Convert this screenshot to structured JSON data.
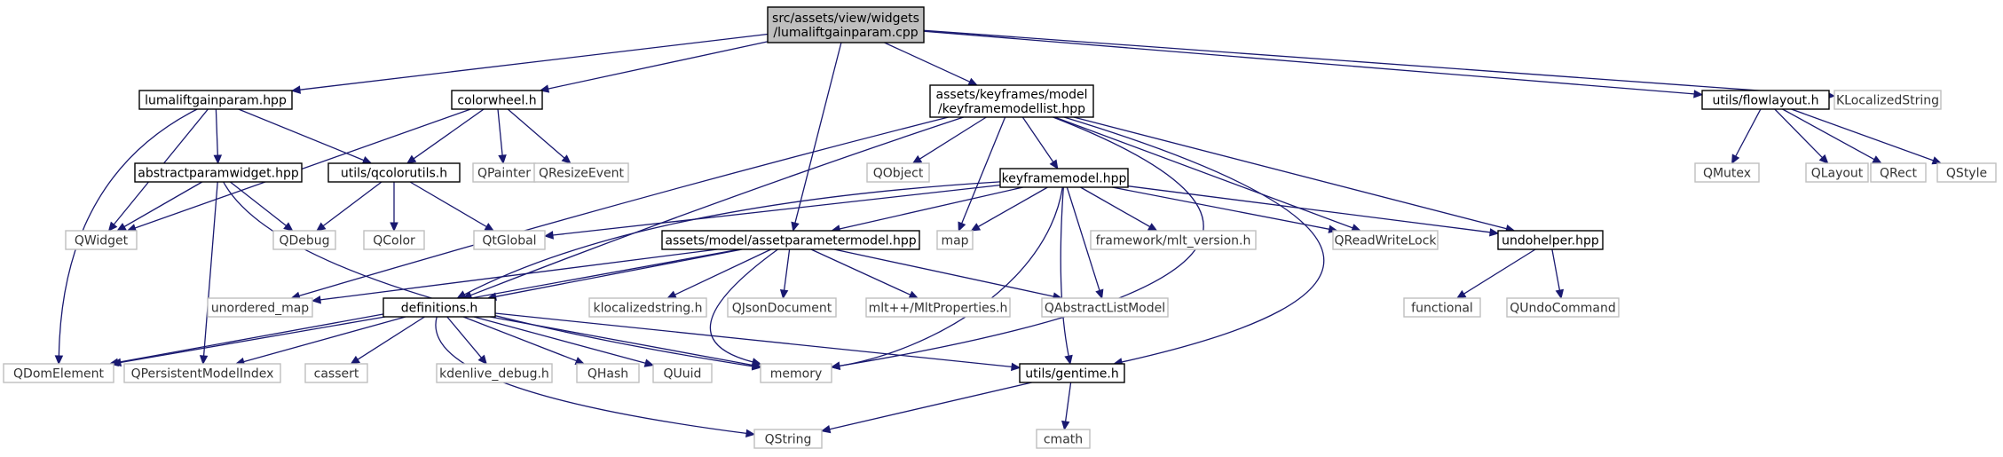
{
  "graph": {
    "nodes": [
      {
        "id": "root",
        "lines": [
          "src/assets/view/widgets",
          "/lumaliftgainparam.cpp"
        ],
        "kind": "root"
      },
      {
        "id": "lumaliftgainparam",
        "lines": [
          "lumaliftgainparam.hpp"
        ],
        "kind": "local"
      },
      {
        "id": "colorwheel",
        "lines": [
          "colorwheel.h"
        ],
        "kind": "local"
      },
      {
        "id": "keyframemodellist",
        "lines": [
          "assets/keyframes/model",
          "/keyframemodellist.hpp"
        ],
        "kind": "local"
      },
      {
        "id": "flowlayout",
        "lines": [
          "utils/flowlayout.h"
        ],
        "kind": "local"
      },
      {
        "id": "KLocalizedString",
        "lines": [
          "KLocalizedString"
        ],
        "kind": "external"
      },
      {
        "id": "abstractparamwidget",
        "lines": [
          "abstractparamwidget.hpp"
        ],
        "kind": "local"
      },
      {
        "id": "qcolorutils",
        "lines": [
          "utils/qcolorutils.h"
        ],
        "kind": "local"
      },
      {
        "id": "QPainter",
        "lines": [
          "QPainter"
        ],
        "kind": "external"
      },
      {
        "id": "QResizeEvent",
        "lines": [
          "QResizeEvent"
        ],
        "kind": "external"
      },
      {
        "id": "QObject",
        "lines": [
          "QObject"
        ],
        "kind": "external"
      },
      {
        "id": "keyframemodel",
        "lines": [
          "keyframemodel.hpp"
        ],
        "kind": "local"
      },
      {
        "id": "QMutex",
        "lines": [
          "QMutex"
        ],
        "kind": "external"
      },
      {
        "id": "QLayout",
        "lines": [
          "QLayout"
        ],
        "kind": "external"
      },
      {
        "id": "QRect",
        "lines": [
          "QRect"
        ],
        "kind": "external"
      },
      {
        "id": "QStyle",
        "lines": [
          "QStyle"
        ],
        "kind": "external"
      },
      {
        "id": "QWidget",
        "lines": [
          "QWidget"
        ],
        "kind": "external"
      },
      {
        "id": "QDebug",
        "lines": [
          "QDebug"
        ],
        "kind": "external"
      },
      {
        "id": "QColor",
        "lines": [
          "QColor"
        ],
        "kind": "external"
      },
      {
        "id": "QtGlobal",
        "lines": [
          "QtGlobal"
        ],
        "kind": "external"
      },
      {
        "id": "assetparametermodel",
        "lines": [
          "assets/model/assetparametermodel.hpp"
        ],
        "kind": "local"
      },
      {
        "id": "map",
        "lines": [
          "map"
        ],
        "kind": "external"
      },
      {
        "id": "mlt_version",
        "lines": [
          "framework/mlt_version.h"
        ],
        "kind": "external"
      },
      {
        "id": "QReadWriteLock",
        "lines": [
          "QReadWriteLock"
        ],
        "kind": "external"
      },
      {
        "id": "undohelper",
        "lines": [
          "undohelper.hpp"
        ],
        "kind": "local"
      },
      {
        "id": "unordered_map",
        "lines": [
          "unordered_map"
        ],
        "kind": "external"
      },
      {
        "id": "definitions",
        "lines": [
          "definitions.h"
        ],
        "kind": "local"
      },
      {
        "id": "klocalizedstring",
        "lines": [
          "klocalizedstring.h"
        ],
        "kind": "external"
      },
      {
        "id": "QJsonDocument",
        "lines": [
          "QJsonDocument"
        ],
        "kind": "external"
      },
      {
        "id": "MltProperties",
        "lines": [
          "mlt++/MltProperties.h"
        ],
        "kind": "external"
      },
      {
        "id": "QAbstractListModel",
        "lines": [
          "QAbstractListModel"
        ],
        "kind": "external"
      },
      {
        "id": "functional",
        "lines": [
          "functional"
        ],
        "kind": "external"
      },
      {
        "id": "QUndoCommand",
        "lines": [
          "QUndoCommand"
        ],
        "kind": "external"
      },
      {
        "id": "QDomElement",
        "lines": [
          "QDomElement"
        ],
        "kind": "external"
      },
      {
        "id": "QPersistentModelIndex",
        "lines": [
          "QPersistentModelIndex"
        ],
        "kind": "external"
      },
      {
        "id": "cassert",
        "lines": [
          "cassert"
        ],
        "kind": "external"
      },
      {
        "id": "kdenlive_debug",
        "lines": [
          "kdenlive_debug.h"
        ],
        "kind": "external"
      },
      {
        "id": "QHash",
        "lines": [
          "QHash"
        ],
        "kind": "external"
      },
      {
        "id": "QUuid",
        "lines": [
          "QUuid"
        ],
        "kind": "external"
      },
      {
        "id": "memory",
        "lines": [
          "memory"
        ],
        "kind": "external"
      },
      {
        "id": "gentime",
        "lines": [
          "utils/gentime.h"
        ],
        "kind": "local"
      },
      {
        "id": "QString",
        "lines": [
          "QString"
        ],
        "kind": "external"
      },
      {
        "id": "cmath",
        "lines": [
          "cmath"
        ],
        "kind": "external"
      }
    ],
    "edges": [
      {
        "from": "root",
        "to": "lumaliftgainparam"
      },
      {
        "from": "root",
        "to": "colorwheel"
      },
      {
        "from": "root",
        "to": "keyframemodellist"
      },
      {
        "from": "root",
        "to": "assetparametermodel"
      },
      {
        "from": "root",
        "to": "flowlayout"
      },
      {
        "from": "root",
        "to": "KLocalizedString"
      },
      {
        "from": "lumaliftgainparam",
        "to": "abstractparamwidget"
      },
      {
        "from": "lumaliftgainparam",
        "to": "qcolorutils"
      },
      {
        "from": "lumaliftgainparam",
        "to": "QWidget"
      },
      {
        "from": "lumaliftgainparam",
        "to": "QDomElement"
      },
      {
        "from": "colorwheel",
        "to": "qcolorutils"
      },
      {
        "from": "colorwheel",
        "to": "QPainter"
      },
      {
        "from": "colorwheel",
        "to": "QResizeEvent"
      },
      {
        "from": "colorwheel",
        "to": "QWidget"
      },
      {
        "from": "abstractparamwidget",
        "to": "QWidget"
      },
      {
        "from": "abstractparamwidget",
        "to": "QDebug"
      },
      {
        "from": "abstractparamwidget",
        "to": "QPersistentModelIndex"
      },
      {
        "from": "abstractparamwidget",
        "to": "memory"
      },
      {
        "from": "qcolorutils",
        "to": "QDebug"
      },
      {
        "from": "qcolorutils",
        "to": "QColor"
      },
      {
        "from": "qcolorutils",
        "to": "QtGlobal"
      },
      {
        "from": "keyframemodellist",
        "to": "QObject"
      },
      {
        "from": "keyframemodellist",
        "to": "keyframemodel"
      },
      {
        "from": "keyframemodellist",
        "to": "map"
      },
      {
        "from": "keyframemodellist",
        "to": "QReadWriteLock"
      },
      {
        "from": "keyframemodellist",
        "to": "undohelper"
      },
      {
        "from": "keyframemodellist",
        "to": "unordered_map"
      },
      {
        "from": "keyframemodellist",
        "to": "definitions"
      },
      {
        "from": "keyframemodellist",
        "to": "memory"
      },
      {
        "from": "keyframemodellist",
        "to": "gentime"
      },
      {
        "from": "keyframemodel",
        "to": "QtGlobal"
      },
      {
        "from": "keyframemodel",
        "to": "assetparametermodel"
      },
      {
        "from": "keyframemodel",
        "to": "map"
      },
      {
        "from": "keyframemodel",
        "to": "mlt_version"
      },
      {
        "from": "keyframemodel",
        "to": "QReadWriteLock"
      },
      {
        "from": "keyframemodel",
        "to": "undohelper"
      },
      {
        "from": "keyframemodel",
        "to": "definitions"
      },
      {
        "from": "keyframemodel",
        "to": "QAbstractListModel"
      },
      {
        "from": "keyframemodel",
        "to": "memory"
      },
      {
        "from": "keyframemodel",
        "to": "gentime"
      },
      {
        "from": "assetparametermodel",
        "to": "unordered_map"
      },
      {
        "from": "assetparametermodel",
        "to": "definitions"
      },
      {
        "from": "assetparametermodel",
        "to": "klocalizedstring"
      },
      {
        "from": "assetparametermodel",
        "to": "QJsonDocument"
      },
      {
        "from": "assetparametermodel",
        "to": "MltProperties"
      },
      {
        "from": "assetparametermodel",
        "to": "QAbstractListModel"
      },
      {
        "from": "assetparametermodel",
        "to": "memory"
      },
      {
        "from": "assetparametermodel",
        "to": "QDomElement"
      },
      {
        "from": "flowlayout",
        "to": "QMutex"
      },
      {
        "from": "flowlayout",
        "to": "QLayout"
      },
      {
        "from": "flowlayout",
        "to": "QRect"
      },
      {
        "from": "flowlayout",
        "to": "QStyle"
      },
      {
        "from": "undohelper",
        "to": "functional"
      },
      {
        "from": "undohelper",
        "to": "QUndoCommand"
      },
      {
        "from": "definitions",
        "to": "QDomElement"
      },
      {
        "from": "definitions",
        "to": "QPersistentModelIndex"
      },
      {
        "from": "definitions",
        "to": "cassert"
      },
      {
        "from": "definitions",
        "to": "kdenlive_debug"
      },
      {
        "from": "definitions",
        "to": "QHash"
      },
      {
        "from": "definitions",
        "to": "QUuid"
      },
      {
        "from": "definitions",
        "to": "memory"
      },
      {
        "from": "definitions",
        "to": "gentime"
      },
      {
        "from": "definitions",
        "to": "QString"
      },
      {
        "from": "gentime",
        "to": "QString"
      },
      {
        "from": "gentime",
        "to": "cmath"
      }
    ]
  }
}
